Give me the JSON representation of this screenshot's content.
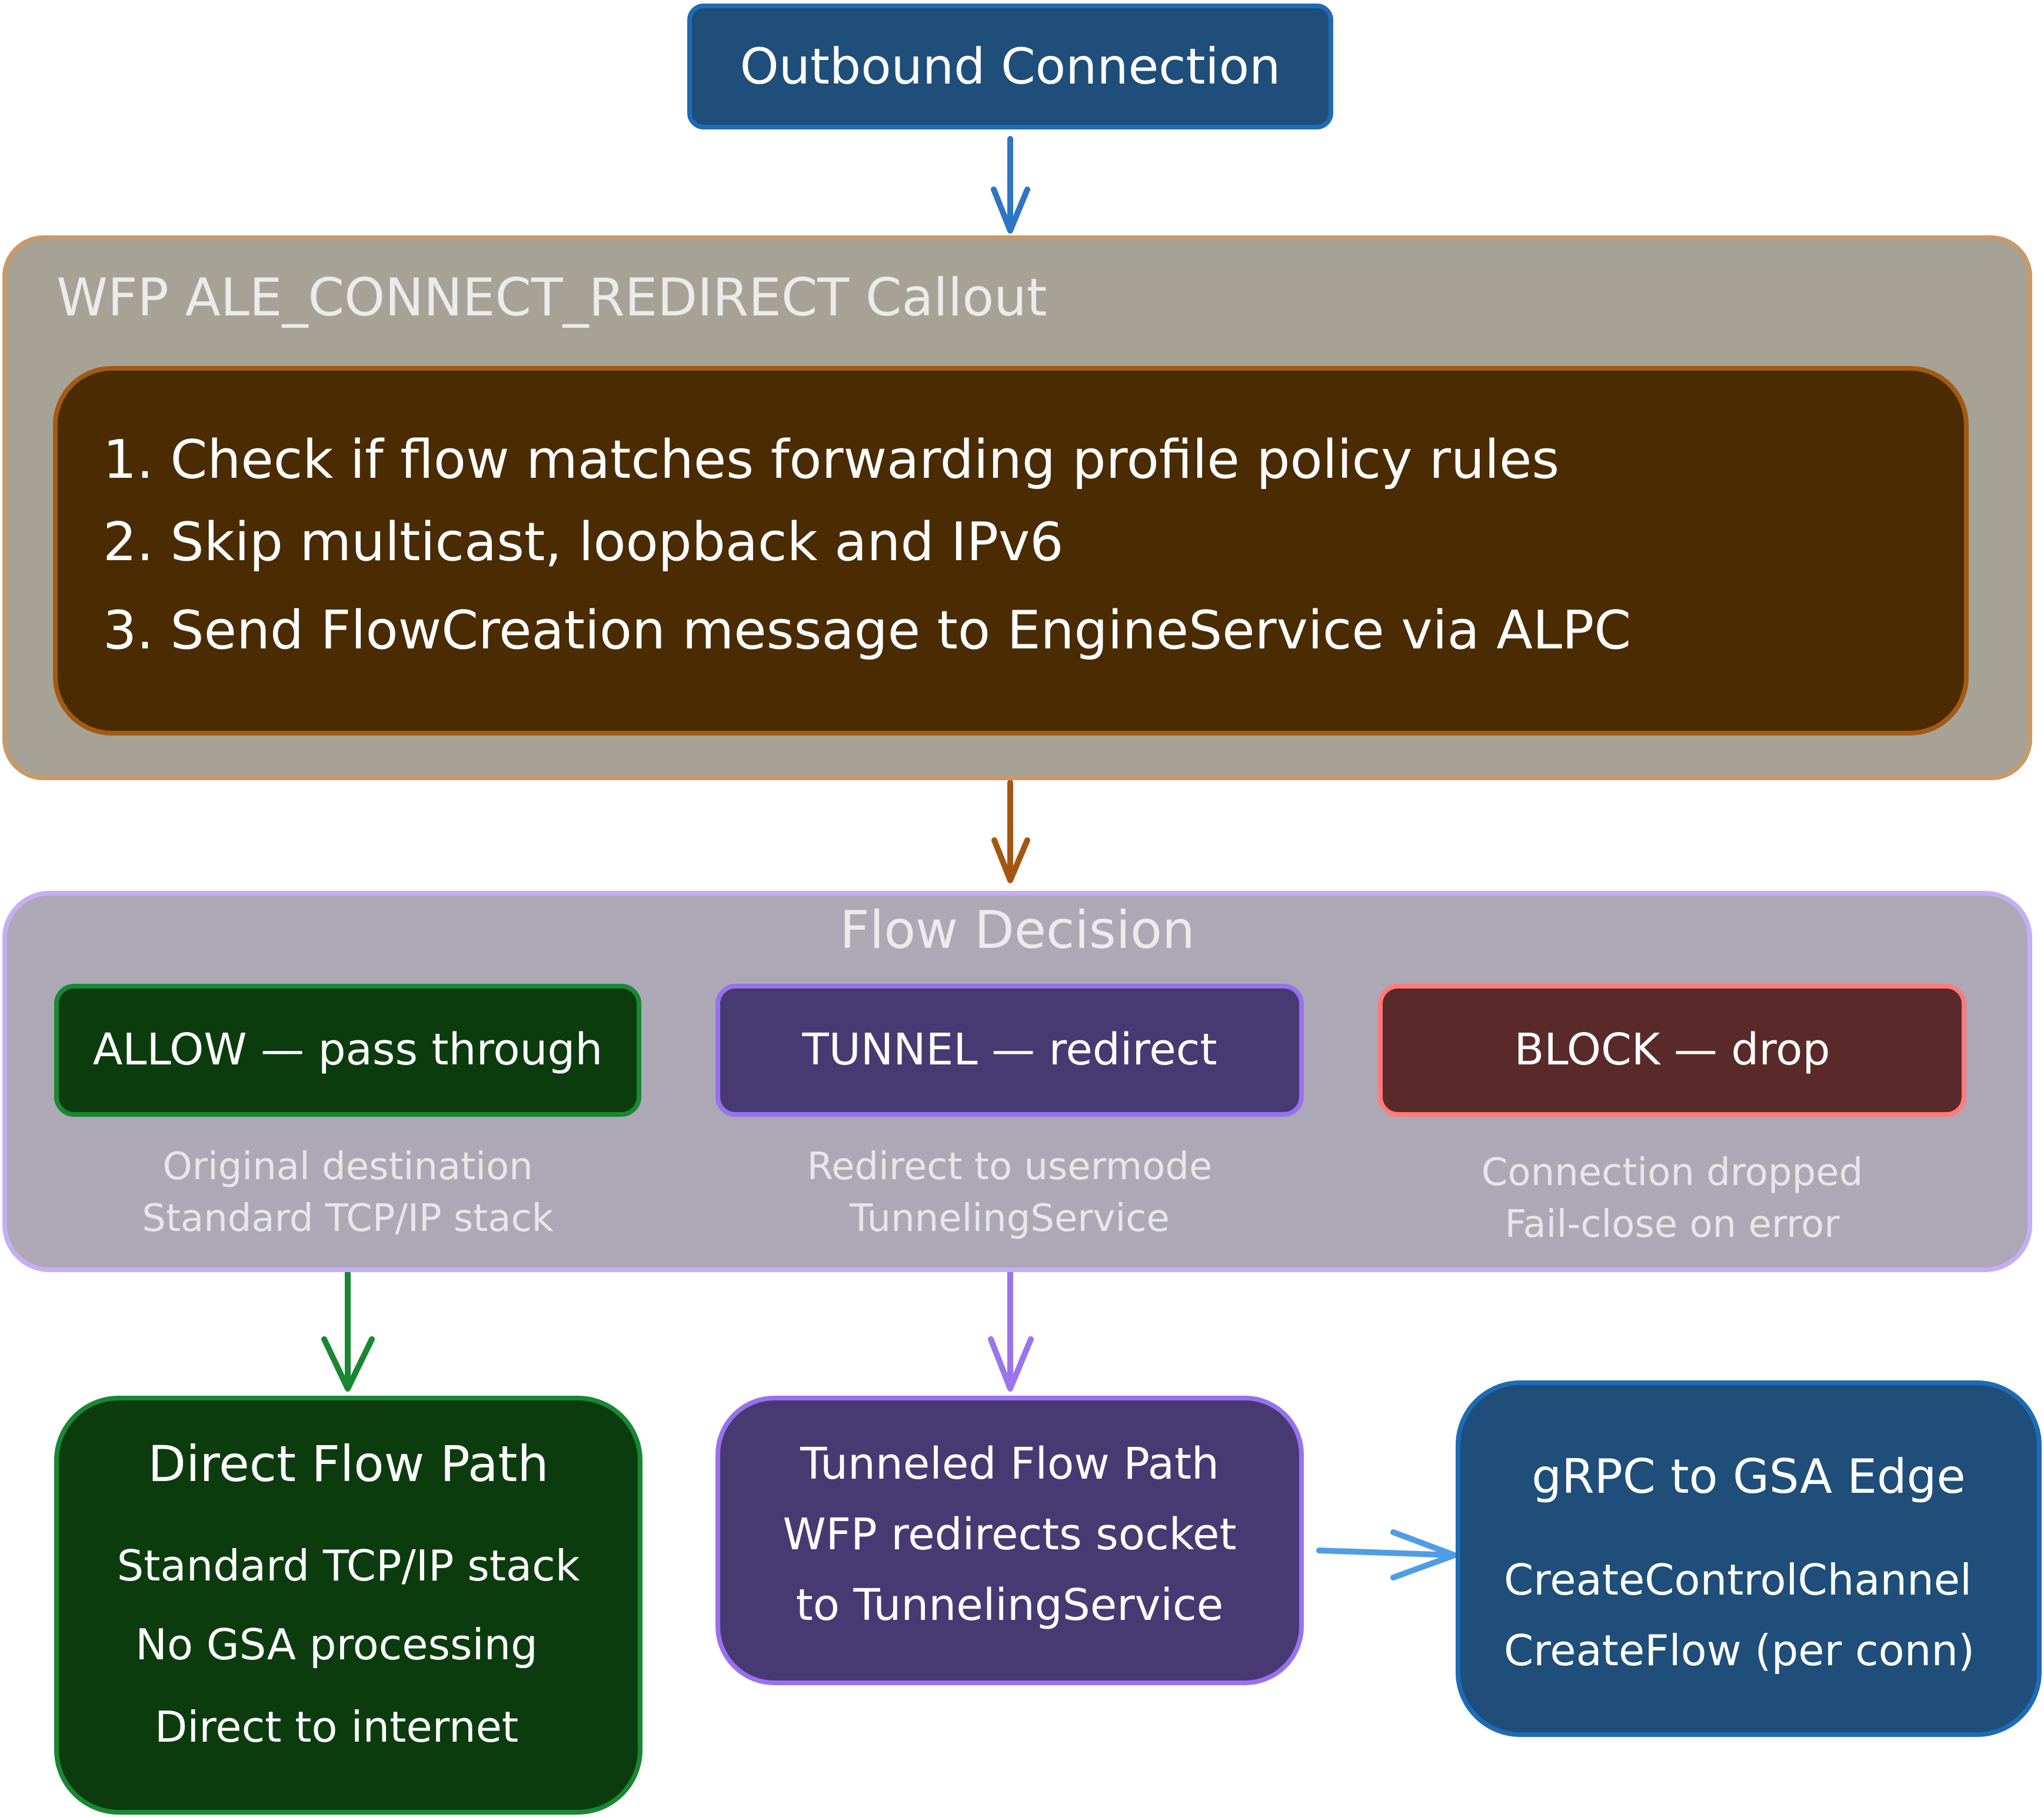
{
  "diagram": {
    "outbound": {
      "label": "Outbound Connection"
    },
    "wfp": {
      "title": "WFP  ALE_CONNECT_REDIRECT  Callout",
      "steps": [
        "1.  Check if flow matches forwarding profile policy rules",
        "2.  Skip multicast, loopback and IPv6",
        "3.  Send FlowCreation message to EngineService via ALPC"
      ]
    },
    "decision": {
      "title": "Flow Decision",
      "allow": {
        "label": "ALLOW  —  pass through",
        "note": [
          "Original destination",
          "Standard TCP/IP stack"
        ]
      },
      "tunnel": {
        "label": "TUNNEL  —  redirect",
        "note": [
          "Redirect to usermode",
          "TunnelingService"
        ]
      },
      "block": {
        "label": "BLOCK  —  drop",
        "note": [
          "Connection dropped",
          "Fail-close on error"
        ]
      }
    },
    "direct": {
      "title": "Direct Flow Path",
      "lines": [
        "Standard TCP/IP stack",
        "No GSA processing",
        "Direct to internet"
      ]
    },
    "tunneled": {
      "lines": [
        "Tunneled Flow Path",
        "WFP redirects socket",
        "to TunnelingService"
      ]
    },
    "grpc": {
      "title": "gRPC to GSA Edge",
      "lines": [
        "CreateControlChannel",
        "CreateFlow (per conn)"
      ]
    }
  },
  "colors": {
    "outbound_fill": "#1e4e79",
    "outbound_stroke": "#1f6bb5",
    "wfp_container_fill": "#a6a296",
    "wfp_container_stroke": "#c89a6a",
    "wfp_inner_fill": "#4a2b02",
    "wfp_inner_stroke": "#a35a12",
    "decision_fill": "#aca8b6",
    "decision_stroke": "#c7aef4",
    "allow_fill": "#0c3c0e",
    "allow_stroke": "#198734",
    "tunnel_fill": "#473a72",
    "tunnel_stroke": "#9a70ee",
    "block_fill": "#5a2a2a",
    "block_stroke": "#ff7b7b",
    "grpc_fill": "#1e4e79",
    "grpc_stroke": "#1f6bb5",
    "arrow_blue": "#2d76c2",
    "arrow_brown": "#a45610",
    "arrow_green": "#198734",
    "arrow_purple": "#9b74ee",
    "arrow_lightblue": "#4f9de4",
    "x_mark": "#ff5e5e"
  }
}
